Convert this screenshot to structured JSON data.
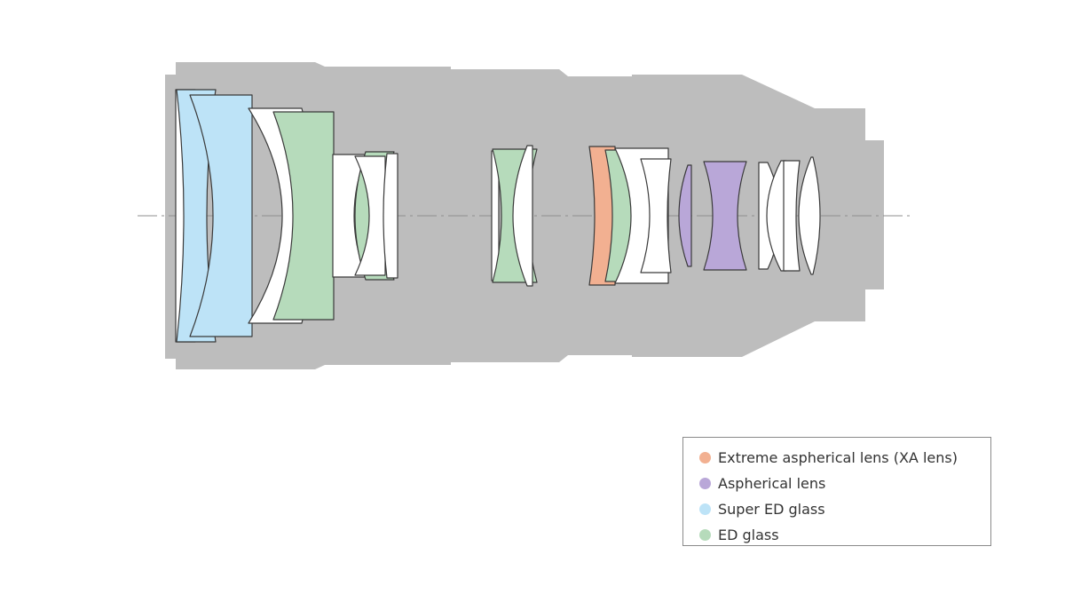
{
  "colors": {
    "barrel": "#bdbdbd",
    "axis": "#8f8f8f",
    "outline": "#3a3a3a",
    "plain": "#ffffff"
  },
  "legend": {
    "items": [
      {
        "label": "Extreme aspherical lens (XA lens)",
        "key": "xa",
        "color": "#f2b091"
      },
      {
        "label": "Aspherical lens",
        "key": "asph",
        "color": "#b9a7d8"
      },
      {
        "label": "Super ED glass",
        "key": "sed",
        "color": "#bde3f7"
      },
      {
        "label": "ED glass",
        "key": "ed",
        "color": "#b6dbbb"
      }
    ]
  },
  "lens_elements": [
    {
      "id": 1,
      "type": "plain"
    },
    {
      "id": 2,
      "type": "sed"
    },
    {
      "id": 3,
      "type": "sed"
    },
    {
      "id": 4,
      "type": "plain"
    },
    {
      "id": 5,
      "type": "ed"
    },
    {
      "id": 6,
      "type": "plain"
    },
    {
      "id": 7,
      "type": "ed"
    },
    {
      "id": 8,
      "type": "plain"
    },
    {
      "id": 9,
      "type": "plain"
    },
    {
      "id": 10,
      "type": "plain"
    },
    {
      "id": 11,
      "type": "ed"
    },
    {
      "id": 12,
      "type": "plain"
    },
    {
      "id": 13,
      "type": "xa"
    },
    {
      "id": 14,
      "type": "ed"
    },
    {
      "id": 15,
      "type": "plain"
    },
    {
      "id": 16,
      "type": "plain"
    },
    {
      "id": 17,
      "type": "asph"
    },
    {
      "id": 18,
      "type": "asph"
    },
    {
      "id": 19,
      "type": "plain"
    },
    {
      "id": 20,
      "type": "plain"
    },
    {
      "id": 21,
      "type": "plain"
    },
    {
      "id": 22,
      "type": "plain"
    }
  ]
}
